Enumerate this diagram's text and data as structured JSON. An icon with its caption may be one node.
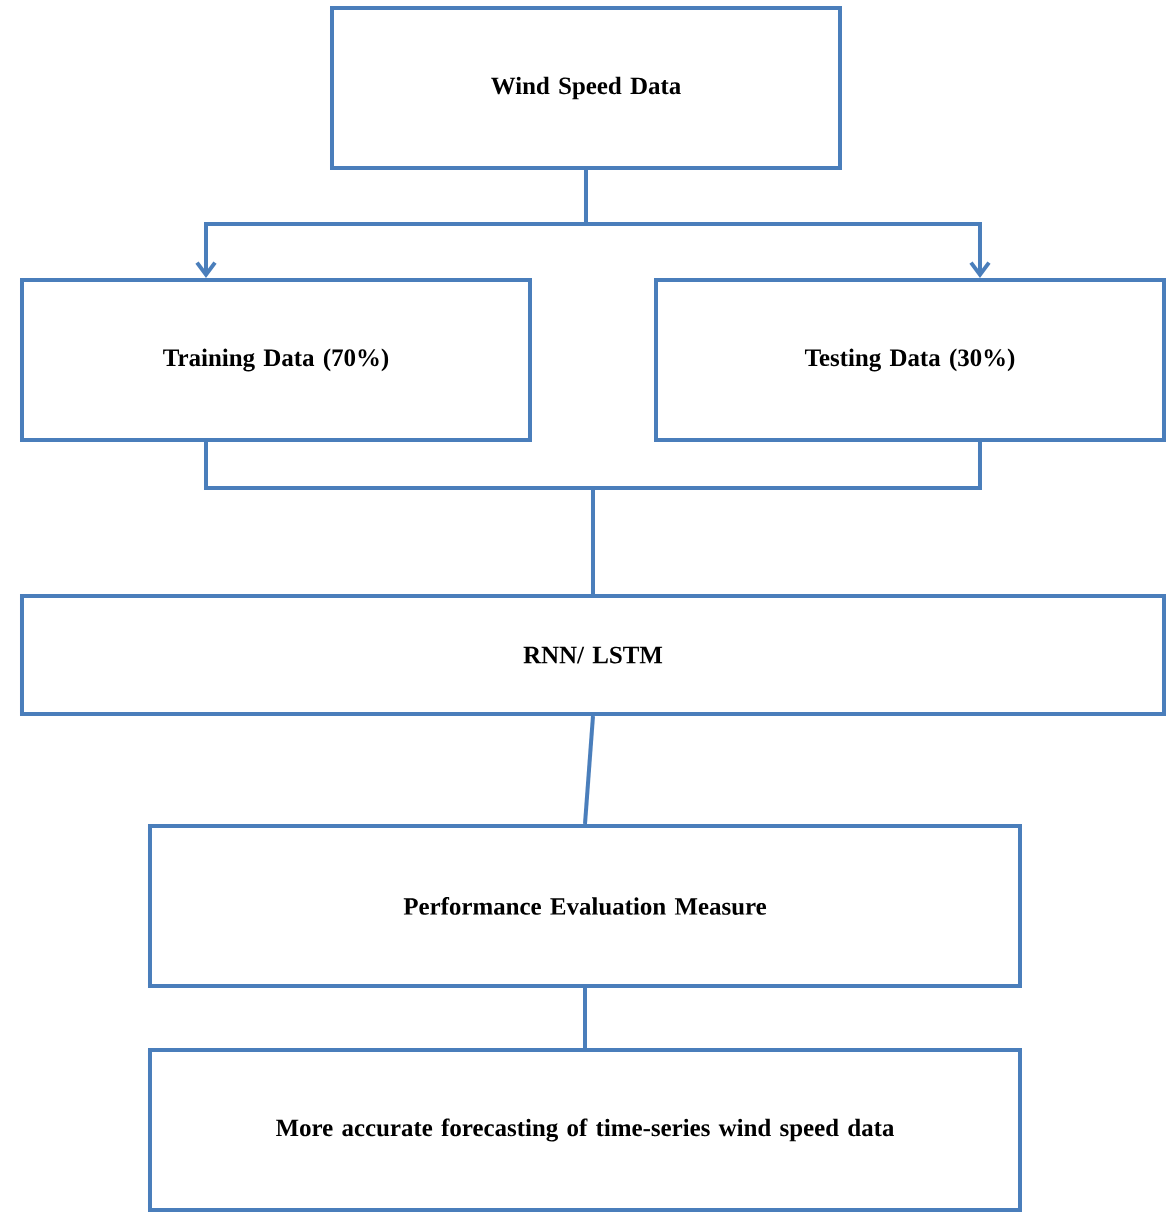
{
  "diagram": {
    "nodes": [
      {
        "text": [
          "Wind Speed Data"
        ]
      },
      {
        "text": [
          "Training Data (70%)"
        ]
      },
      {
        "text": [
          "Testing Data (30%)"
        ]
      },
      {
        "text": [
          "RNN/ LSTM"
        ]
      },
      {
        "text": [
          "Performance Evaluation Measure"
        ]
      },
      {
        "text": [
          "More accurate forecasting of time-series wind speed data"
        ]
      }
    ],
    "edges": [
      {
        "from": 0,
        "to": 1,
        "arrow": "to"
      },
      {
        "from": 0,
        "to": 2,
        "arrow": "to"
      },
      {
        "from": 1,
        "to": 3,
        "arrow": "none"
      },
      {
        "from": 2,
        "to": 3,
        "arrow": "none"
      },
      {
        "from": 3,
        "to": 4,
        "arrow": "none"
      },
      {
        "from": 4,
        "to": 5,
        "arrow": "none"
      }
    ]
  }
}
